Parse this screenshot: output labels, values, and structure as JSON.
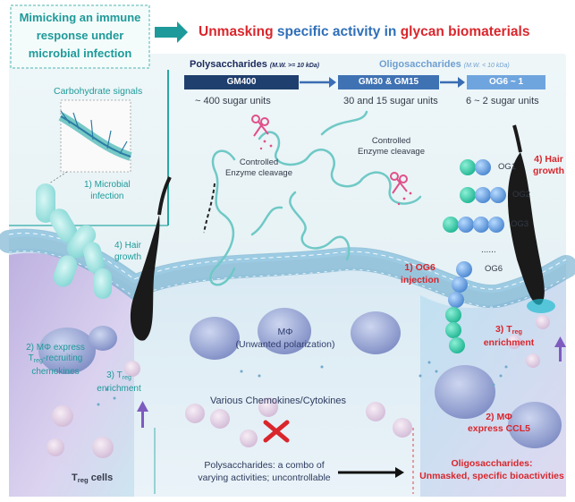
{
  "header": {
    "infection_box": [
      "Mimicking an immune",
      "response under",
      "microbial infection"
    ],
    "title_part1": "Unmasking",
    "title_part2": "specific activity in",
    "title_part3": "glycan biomaterials",
    "title_colors": {
      "red": "#d9262c",
      "blue": "#2f6fb8"
    }
  },
  "scale": {
    "poly_label": "Polysaccharides",
    "poly_mw": "(M.W. >= 10 kDa)",
    "oligo_label": "Oligosaccharides",
    "oligo_mw": "(M.W. < 10 kDa)",
    "bars": [
      {
        "label": "GM400",
        "units": "~ 400  sugar units",
        "color": "#1f3f6e"
      },
      {
        "label": "GM30 & GM15",
        "units": "30 and 15 sugar units",
        "color": "#3f72b3"
      },
      {
        "label": "OG6 ~ 1",
        "units": "6  ~  2  sugar units",
        "color": "#6fa5de"
      }
    ]
  },
  "left_panel": {
    "carb_signals": "Carbohydrate signals",
    "microbial": [
      "1) Microbial",
      "infection"
    ],
    "hair_growth": [
      "4) Hair",
      "growth"
    ],
    "mphi_express": [
      "2) MΦ express",
      "-recruiting",
      "chemokines"
    ],
    "treg_sub": "reg",
    "treg_prefix": "T",
    "enrichment": "3) T",
    "enrichment_word": "enrichment",
    "treg_cells": "T",
    "treg_cells_suffix": " cells"
  },
  "middle_panel": {
    "enzyme_left": [
      "Controlled",
      "Enzyme cleavage"
    ],
    "enzyme_right": [
      "Controlled",
      "Enzyme cleavage"
    ],
    "mphi": "MΦ",
    "unwanted": "(Unwanted polarization)",
    "chemokines": "Various Chemokines/Cytokines",
    "poly_summary": [
      "Polysaccharides: a combo of",
      "varying activities; uncontrollable"
    ]
  },
  "right_panel": {
    "og_labels": [
      "OG1",
      "OG2",
      "OG3",
      "OG6"
    ],
    "dots": "......",
    "injection": [
      "1) OG6",
      "injection"
    ],
    "hair_growth": [
      "4) Hair",
      "growth"
    ],
    "enrichment": "3) T",
    "enrichment_word": "enrichment",
    "mphi_ccl5": [
      "2) MΦ",
      "express CCL5"
    ],
    "oligo_summary": [
      "Oligosaccharides:",
      "Unmasked, specific bioactivities"
    ]
  },
  "icons": [
    "scissors-icon",
    "arrow-right-icon",
    "red-x-icon",
    "up-arrow-icon",
    "hair-icon",
    "macrophage-icon",
    "treg-cell-icon",
    "bacteria-icon"
  ]
}
